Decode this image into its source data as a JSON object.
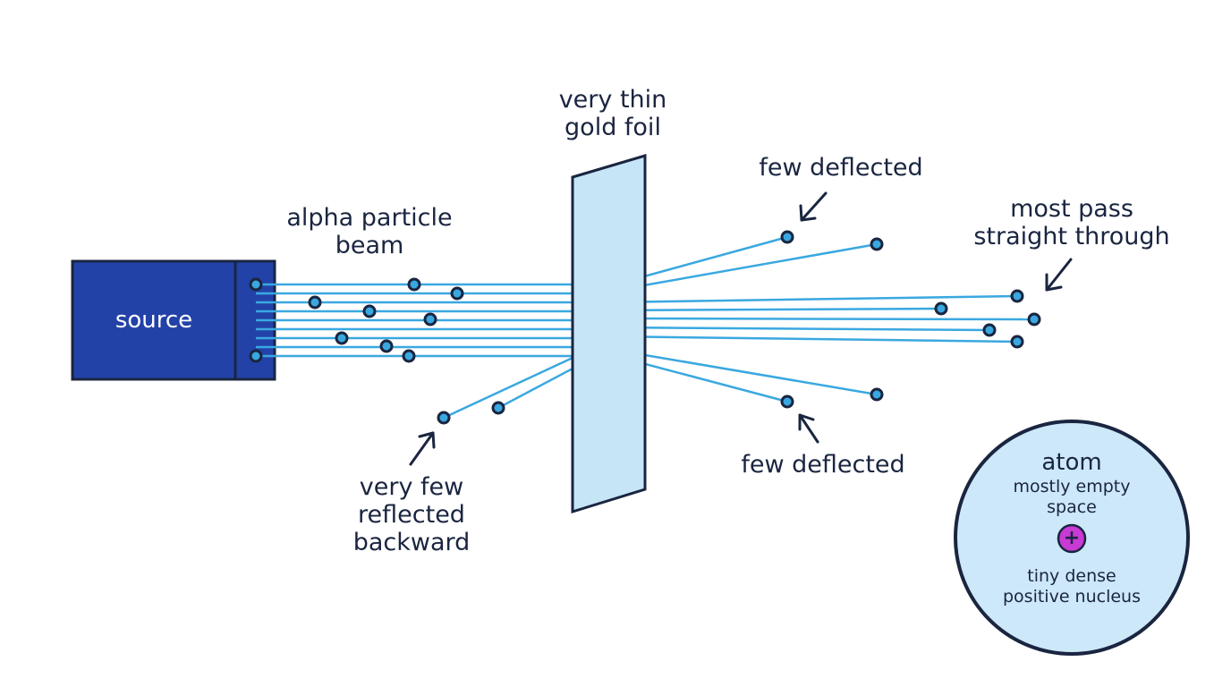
{
  "source": {
    "label": "source"
  },
  "labels": {
    "beam": [
      "alpha particle",
      "beam"
    ],
    "foil": [
      "very thin",
      "gold foil"
    ],
    "deflected_top": [
      "few deflected"
    ],
    "deflected_bottom": [
      "few deflected"
    ],
    "straight": [
      "most pass",
      "straight through"
    ],
    "reflected": [
      "very few",
      "reflected",
      "backward"
    ]
  },
  "atom": {
    "title": "atom",
    "caption_top": [
      "mostly empty",
      "space"
    ],
    "nucleus_symbol": "+",
    "caption_bottom": [
      "tiny dense",
      "positive nucleus"
    ]
  },
  "colors": {
    "source_fill": "#2342a8",
    "outline": "#1a2540",
    "beam": "#3aa8e0",
    "foil_fill": "#c6e5f7",
    "particle": "#3aa8e0",
    "atom_fill": "#cde8f8",
    "nucleus": "#c83ad4"
  }
}
